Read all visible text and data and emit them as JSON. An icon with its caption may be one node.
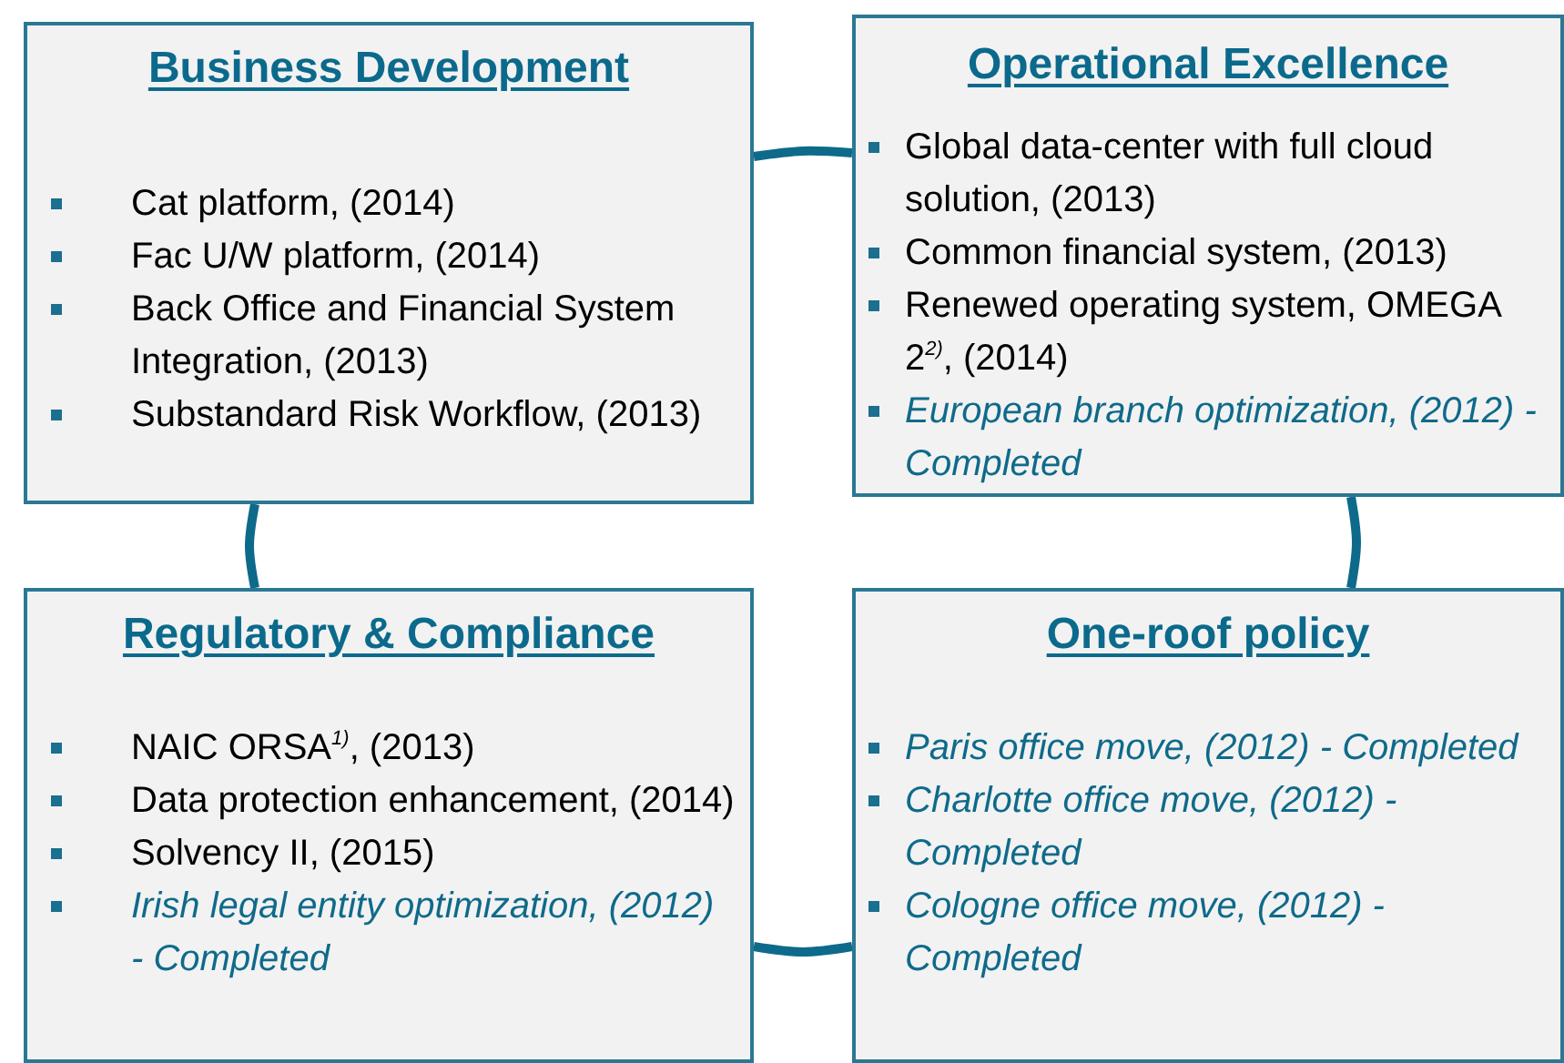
{
  "diagram": {
    "nodes": [
      {
        "text": [
          "Business Development",
          "Cat platform, (2014)",
          "Fac U/W platform, (2014)",
          "Back Office and Financial System Integration, (2013)",
          "Substandard Risk Workflow, (2013)"
        ]
      },
      {
        "text": [
          "Operational Excellence",
          "Global data-center with full cloud solution, (2013)",
          "Common financial system, (2013)",
          "Renewed operating system, OMEGA 2$^{2)}$, (2014)",
          "European branch optimization, (2012) - Completed"
        ]
      },
      {
        "text": [
          "Regulatory & Compliance",
          "NAIC ORSA$^{1)}$, (2013)",
          "Data protection enhancement, (2014)",
          "Solvency II, (2015)",
          "Irish legal entity optimization, (2012) - Completed"
        ]
      },
      {
        "text": [
          "One-roof policy",
          "Paris office move, (2012) - Completed",
          "Charlotte office move, (2012) - Completed",
          "Cologne office move, (2012) - Completed"
        ]
      }
    ],
    "edges": [
      {
        "from": 0,
        "to": 1,
        "arrow": "none"
      },
      {
        "from": 1,
        "to": 3,
        "arrow": "none"
      },
      {
        "from": 3,
        "to": 2,
        "arrow": "none"
      },
      {
        "from": 2,
        "to": 0,
        "arrow": "none"
      }
    ]
  }
}
